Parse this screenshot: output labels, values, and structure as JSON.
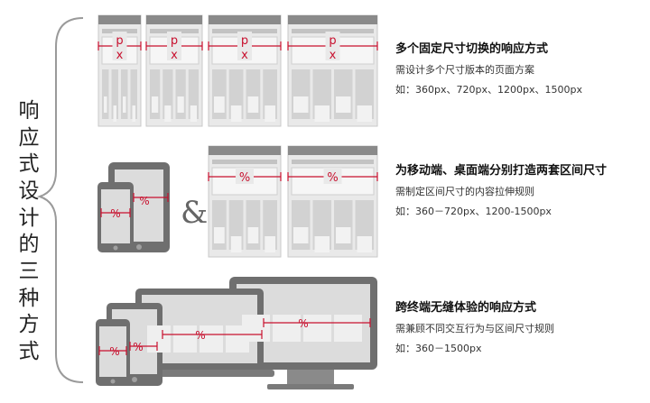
{
  "title_chars": [
    "响",
    "应",
    "式",
    "设",
    "计",
    "的",
    "三",
    "种",
    "方",
    "式"
  ],
  "methods": [
    {
      "title": "多个固定尺寸切换的响应方式",
      "subtitle": "需设计多个尺寸版本的页面方案",
      "examples": "如：360px、720px、1200px、1500px"
    },
    {
      "title": "为移动端、桌面端分别打造两套区间尺寸",
      "subtitle": "需制定区间尺寸的内容拉伸规则",
      "examples": "如：360－720px、1200-1500px"
    },
    {
      "title": "跨终端无缝体验的响应方式",
      "subtitle": "需兼顾不同交互行为与区间尺寸规则",
      "examples": "如：360－1500px"
    }
  ],
  "ampersand": "&",
  "px_label": [
    "p",
    "x"
  ],
  "percent_label": "%",
  "colors": {
    "accent": "#c8102e",
    "device": "#6f6f6f",
    "screen": "#dcdcdc",
    "page": "#e9e9e9",
    "header": "#8a8a8a",
    "text": "#333333"
  }
}
